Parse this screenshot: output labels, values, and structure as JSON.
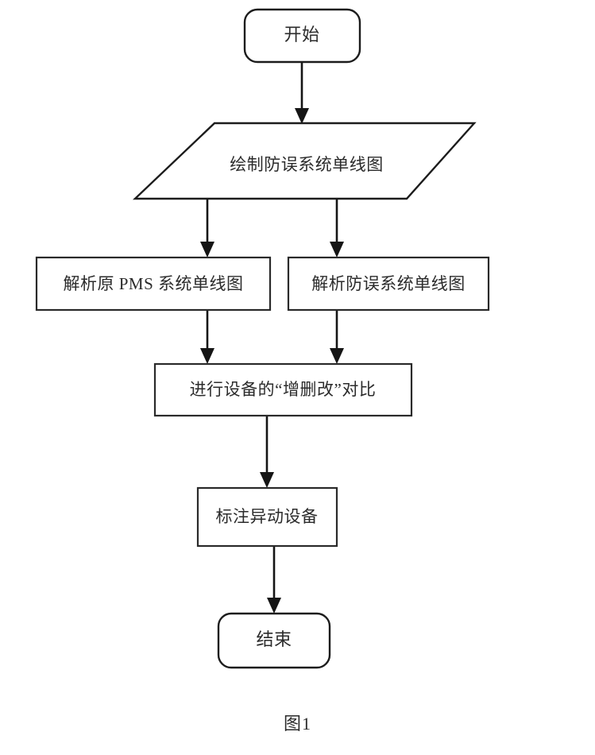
{
  "figure": {
    "caption": "图1",
    "background_color": "#ffffff",
    "line_color": "#151515",
    "text_color": "#2b2b2b"
  },
  "nodes": [
    {
      "id": "start",
      "shape": "rounded-rectangle",
      "label": "开始"
    },
    {
      "id": "draw-anti-error-diagram",
      "shape": "parallelogram",
      "label": "绘制防误系统单线图"
    },
    {
      "id": "parse-pms-diagram",
      "shape": "rectangle",
      "label": "解析原 PMS 系统单线图"
    },
    {
      "id": "parse-anti-error-diagram",
      "shape": "rectangle",
      "label": "解析防误系统单线图"
    },
    {
      "id": "compare-devices",
      "shape": "rectangle",
      "label": "进行设备的“增删改”对比"
    },
    {
      "id": "mark-changed-devices",
      "shape": "rectangle",
      "label": "标注异动设备"
    },
    {
      "id": "end",
      "shape": "rounded-rectangle",
      "label": "结束"
    }
  ],
  "edges": [
    {
      "id": "start-to-draw",
      "from": "start",
      "to": "draw-anti-error-diagram",
      "label": ""
    },
    {
      "id": "draw-to-parse-pms",
      "from": "draw-anti-error-diagram",
      "to": "parse-pms-diagram",
      "label": ""
    },
    {
      "id": "draw-to-parse-anti",
      "from": "draw-anti-error-diagram",
      "to": "parse-anti-error-diagram",
      "label": ""
    },
    {
      "id": "parse-pms-to-compare",
      "from": "parse-pms-diagram",
      "to": "compare-devices",
      "label": ""
    },
    {
      "id": "parse-anti-to-compare",
      "from": "parse-anti-error-diagram",
      "to": "compare-devices",
      "label": ""
    },
    {
      "id": "compare-to-mark",
      "from": "compare-devices",
      "to": "mark-changed-devices",
      "label": ""
    },
    {
      "id": "mark-to-end",
      "from": "mark-changed-devices",
      "to": "end",
      "label": ""
    }
  ]
}
